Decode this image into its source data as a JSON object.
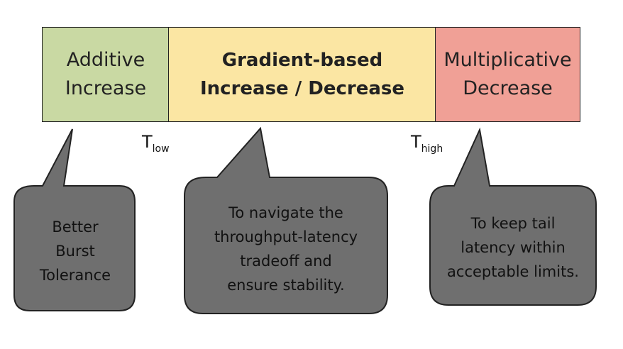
{
  "segments": [
    {
      "label": "Additive\nIncrease",
      "color": "#c9d9a3"
    },
    {
      "label": "Gradient-based\nIncrease / Decrease",
      "color": "#fbe6a3"
    },
    {
      "label": "Multiplicative\nDecrease",
      "color": "#f0a096"
    }
  ],
  "thresholds": {
    "low": {
      "base": "T",
      "sub": "low"
    },
    "high": {
      "base": "T",
      "sub": "high"
    }
  },
  "callouts": [
    {
      "text": "Better\nBurst\nTolerance"
    },
    {
      "text": "To navigate the\nthroughput-latency\ntradeoff and\nensure stability."
    },
    {
      "text": "To keep tail\nlatency within\nacceptable limits."
    }
  ],
  "colors": {
    "callout_fill": "#6f6f6f",
    "callout_stroke": "#222222"
  }
}
